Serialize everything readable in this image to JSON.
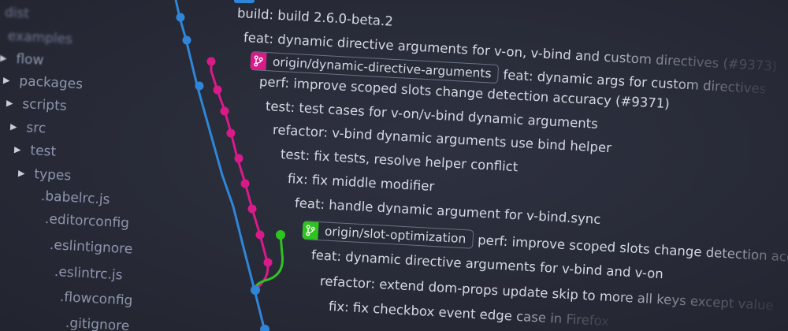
{
  "sidebar": {
    "items": [
      {
        "label": "dist",
        "caret": false
      },
      {
        "label": "examples",
        "caret": false
      },
      {
        "label": "flow",
        "caret": true
      },
      {
        "label": "packages",
        "caret": true
      },
      {
        "label": "scripts",
        "caret": true
      },
      {
        "label": "src",
        "caret": true
      },
      {
        "label": "test",
        "caret": true
      },
      {
        "label": "types",
        "caret": true
      },
      {
        "label": ".babelrc.js",
        "caret": false
      },
      {
        "label": ".editorconfig",
        "caret": false
      },
      {
        "label": ".eslintignore",
        "caret": false
      },
      {
        "label": ".eslintrc.js",
        "caret": false
      },
      {
        "label": ".flowconfig",
        "caret": false
      },
      {
        "label": ".gitignore",
        "caret": false
      }
    ],
    "caret_glyph": "▶"
  },
  "commits": [
    {
      "message": "build: build 2.6.0-beta.2"
    },
    {
      "message": "feat: dynamic directive arguments for v-on, v-bind and custom directives (#9373)"
    },
    {
      "branch": "origin/dynamic-directive-arguments",
      "message": "feat: dynamic args for custom directives"
    },
    {
      "message": "perf: improve scoped slots change detection accuracy (#9371)"
    },
    {
      "message": "test: test cases for v-on/v-bind dynamic arguments"
    },
    {
      "message": "refactor: v-bind dynamic arguments use bind helper"
    },
    {
      "message": "test: fix tests, resolve helper conflict"
    },
    {
      "message": "fix: fix middle modifier"
    },
    {
      "message": "feat: handle dynamic argument for v-bind.sync"
    },
    {
      "branch": "origin/slot-optimization",
      "message": "perf: improve scoped slots change detection accuracy"
    },
    {
      "message": "feat: dynamic directive arguments for v-bind and v-on"
    },
    {
      "message": "refactor: extend dom-props update skip to more all keys except value"
    },
    {
      "message": "fix: fix checkbox event edge case in Firefox"
    }
  ],
  "colors": {
    "background": "#282b37",
    "main_branch": "#2f86d8",
    "feature_branch": "#d91b8a",
    "slot_branch": "#2fc321",
    "text": "#d5d9e4",
    "sidebar_text": "#8e95ad"
  },
  "icons": {
    "branch_tag_icon": "git-branch-icon",
    "tree_caret_icon": "caret-right-icon"
  }
}
